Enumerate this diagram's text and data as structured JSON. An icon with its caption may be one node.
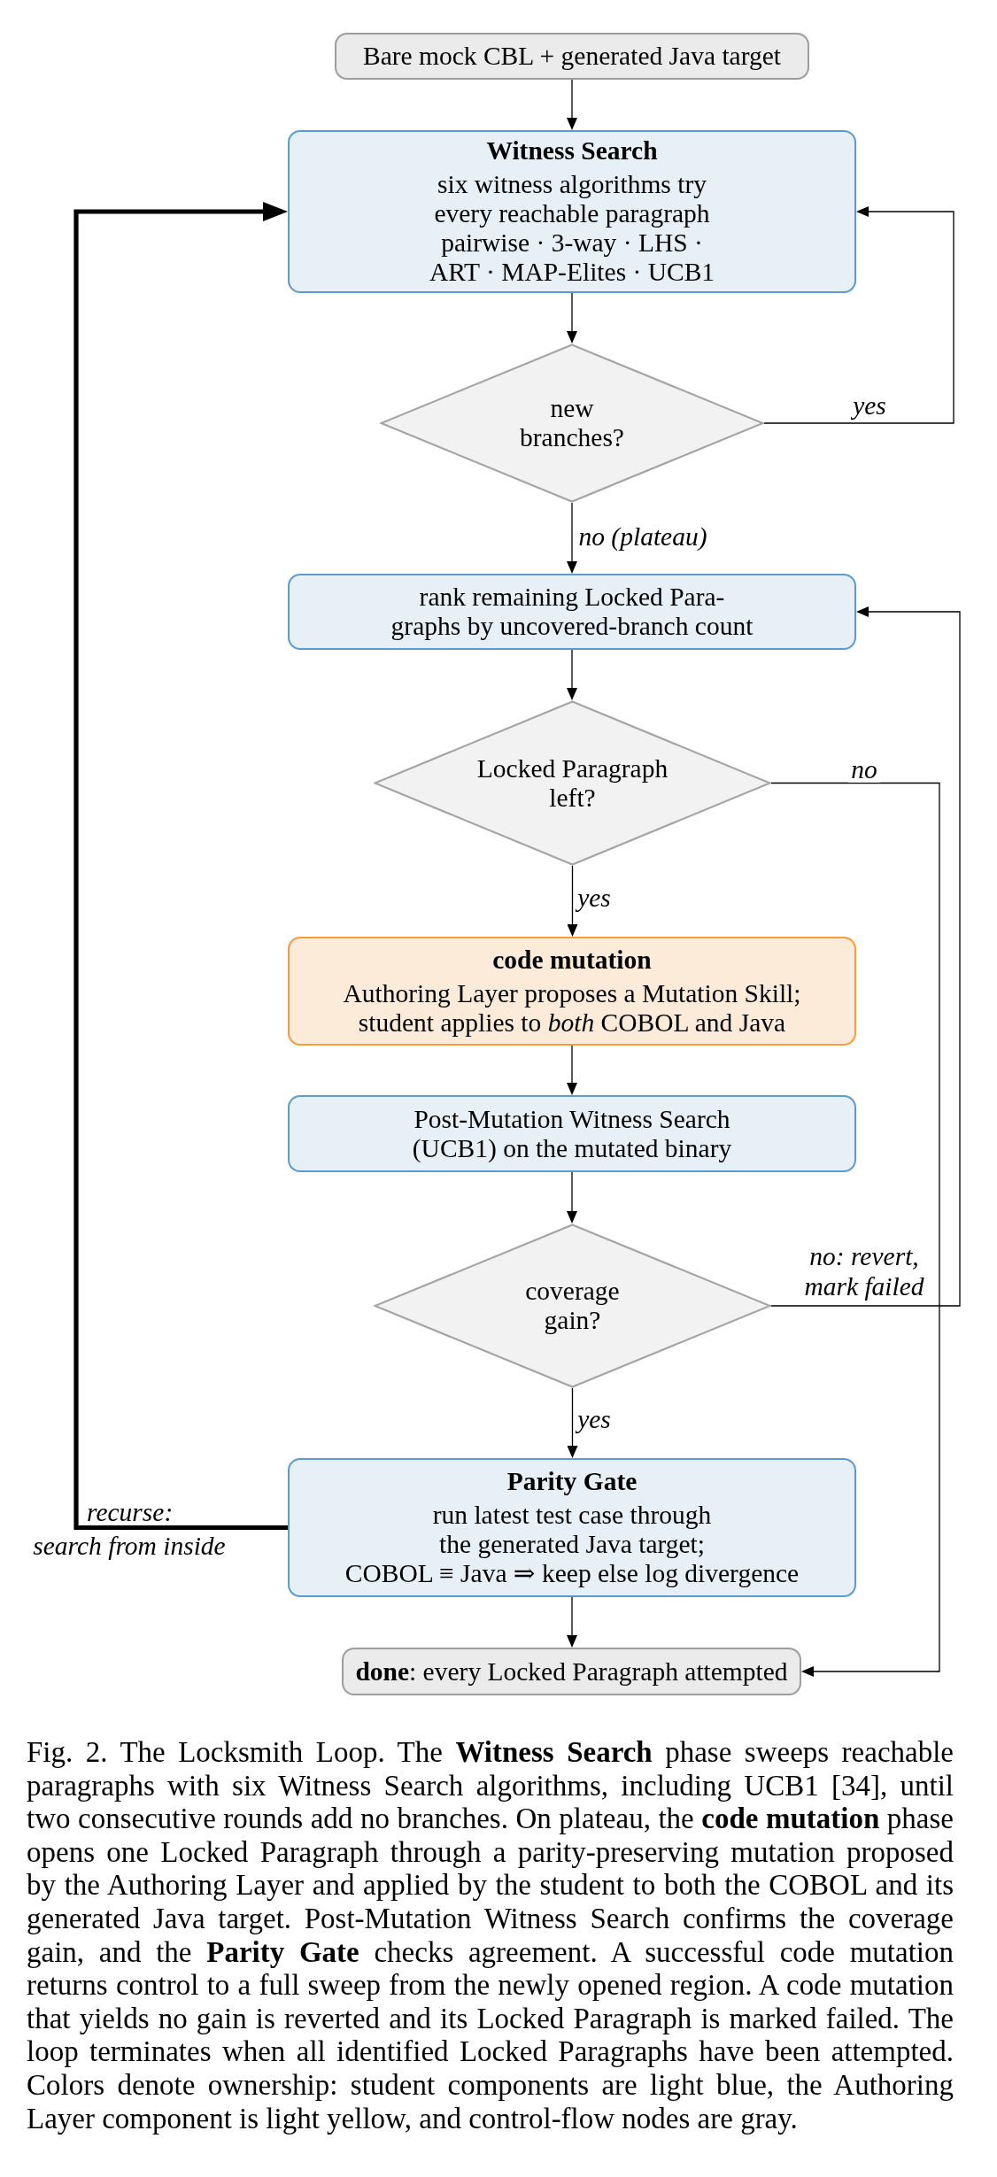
{
  "diagram": {
    "nodes": [
      {
        "text": [
          "Bare mock CBL + generated Java target"
        ]
      },
      {
        "text": [
          "Witness Search",
          "six witness algorithms try every reachable paragraph pairwise · 3-way · LHS · ART · MAP-Elites · UCB1"
        ]
      },
      {
        "text": [
          "new branches?"
        ]
      },
      {
        "text": [
          "rank remaining Locked Para- graphs by uncovered-branch count"
        ]
      },
      {
        "text": [
          "Locked Paragraph left?"
        ]
      },
      {
        "text": [
          "code mutation",
          "Authoring Layer proposes a Mutation Skill; student applies to *both* COBOL and Java"
        ]
      },
      {
        "text": [
          "Post-Mutation Witness Search (UCB1) on the mutated binary"
        ]
      },
      {
        "text": [
          "coverage gain?"
        ]
      },
      {
        "text": [
          "Parity Gate",
          "run latest test case through the generated Java target;",
          "COBOL ≡ Java ⇒ keep else log divergence"
        ]
      },
      {
        "text": [
          "**done**: every Locked Paragraph attempted"
        ]
      }
    ],
    "edges": [
      {
        "from": 0,
        "to": 1,
        "arrow": "to"
      },
      {
        "from": 1,
        "to": 2,
        "arrow": "to"
      },
      {
        "from": 2,
        "to": 1,
        "arrow": "to",
        "label": "yes"
      },
      {
        "from": 2,
        "to": 3,
        "arrow": "to",
        "label": "no (plateau)"
      },
      {
        "from": 3,
        "to": 4,
        "arrow": "to"
      },
      {
        "from": 4,
        "to": 5,
        "arrow": "to",
        "label": "yes"
      },
      {
        "from": 4,
        "to": 9,
        "arrow": "to",
        "label": "no"
      },
      {
        "from": 5,
        "to": 6,
        "arrow": "to"
      },
      {
        "from": 6,
        "to": 7,
        "arrow": "to"
      },
      {
        "from": 7,
        "to": 3,
        "arrow": "to",
        "label": "no: revert, mark failed"
      },
      {
        "from": 7,
        "to": 8,
        "arrow": "to",
        "label": "yes"
      },
      {
        "from": 8,
        "to": 1,
        "arrow": "to",
        "label": "recurse: search from inside",
        "style": "thick"
      },
      {
        "from": 8,
        "to": 9,
        "arrow": "to"
      }
    ],
    "caption": "Fig. 2. The Locksmith Loop. The **Witness Search** phase sweeps reachable paragraphs with six Witness Search algorithms, including UCB1 [34], until two consecutive rounds add no branches. On plateau, the **code mutation** phase opens one Locked Paragraph through a parity-preserving mutation proposed by the Authoring Layer and applied by the student to both the COBOL and its generated Java target. Post-Mutation Witness Search confirms the coverage gain, and the **Parity Gate** checks agreement. A successful code mutation returns control to a full sweep from the newly opened region. A code mutation that yields no gain is reverted and its Locked Paragraph is marked failed. The loop terminates when all identified Locked Paragraphs have been attempted. Colors denote ownership: student components are light blue, the Authoring Layer component is light yellow, and control-flow nodes are gray."
  }
}
